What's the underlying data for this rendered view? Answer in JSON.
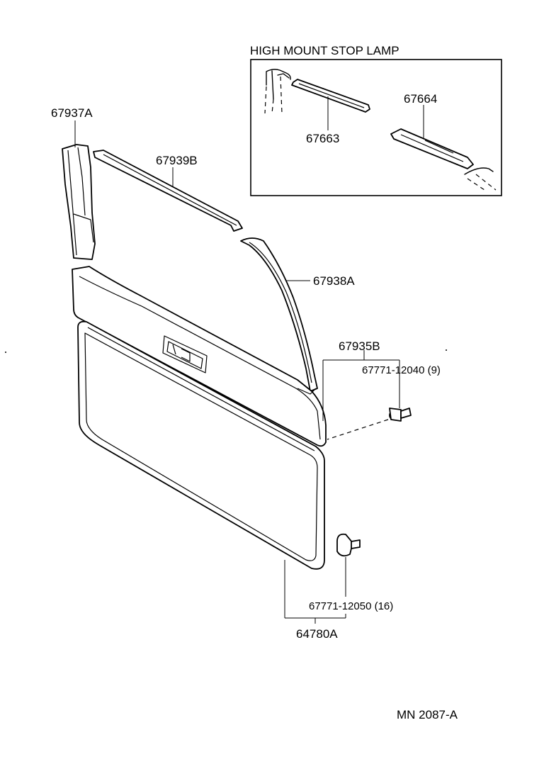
{
  "inset": {
    "title": "HIGH MOUNT STOP LAMP",
    "labels": {
      "p67663": "67663",
      "p67664": "67664"
    }
  },
  "labels": {
    "p67937A": "67937A",
    "p67939B": "67939B",
    "p67938A": "67938A",
    "p67935B": "67935B",
    "clip_upper": "67771-12040 (9)",
    "clip_lower": "67771-12050 (16)",
    "p64780A": "64780A"
  },
  "footer": {
    "code": "MN  2087-A"
  }
}
